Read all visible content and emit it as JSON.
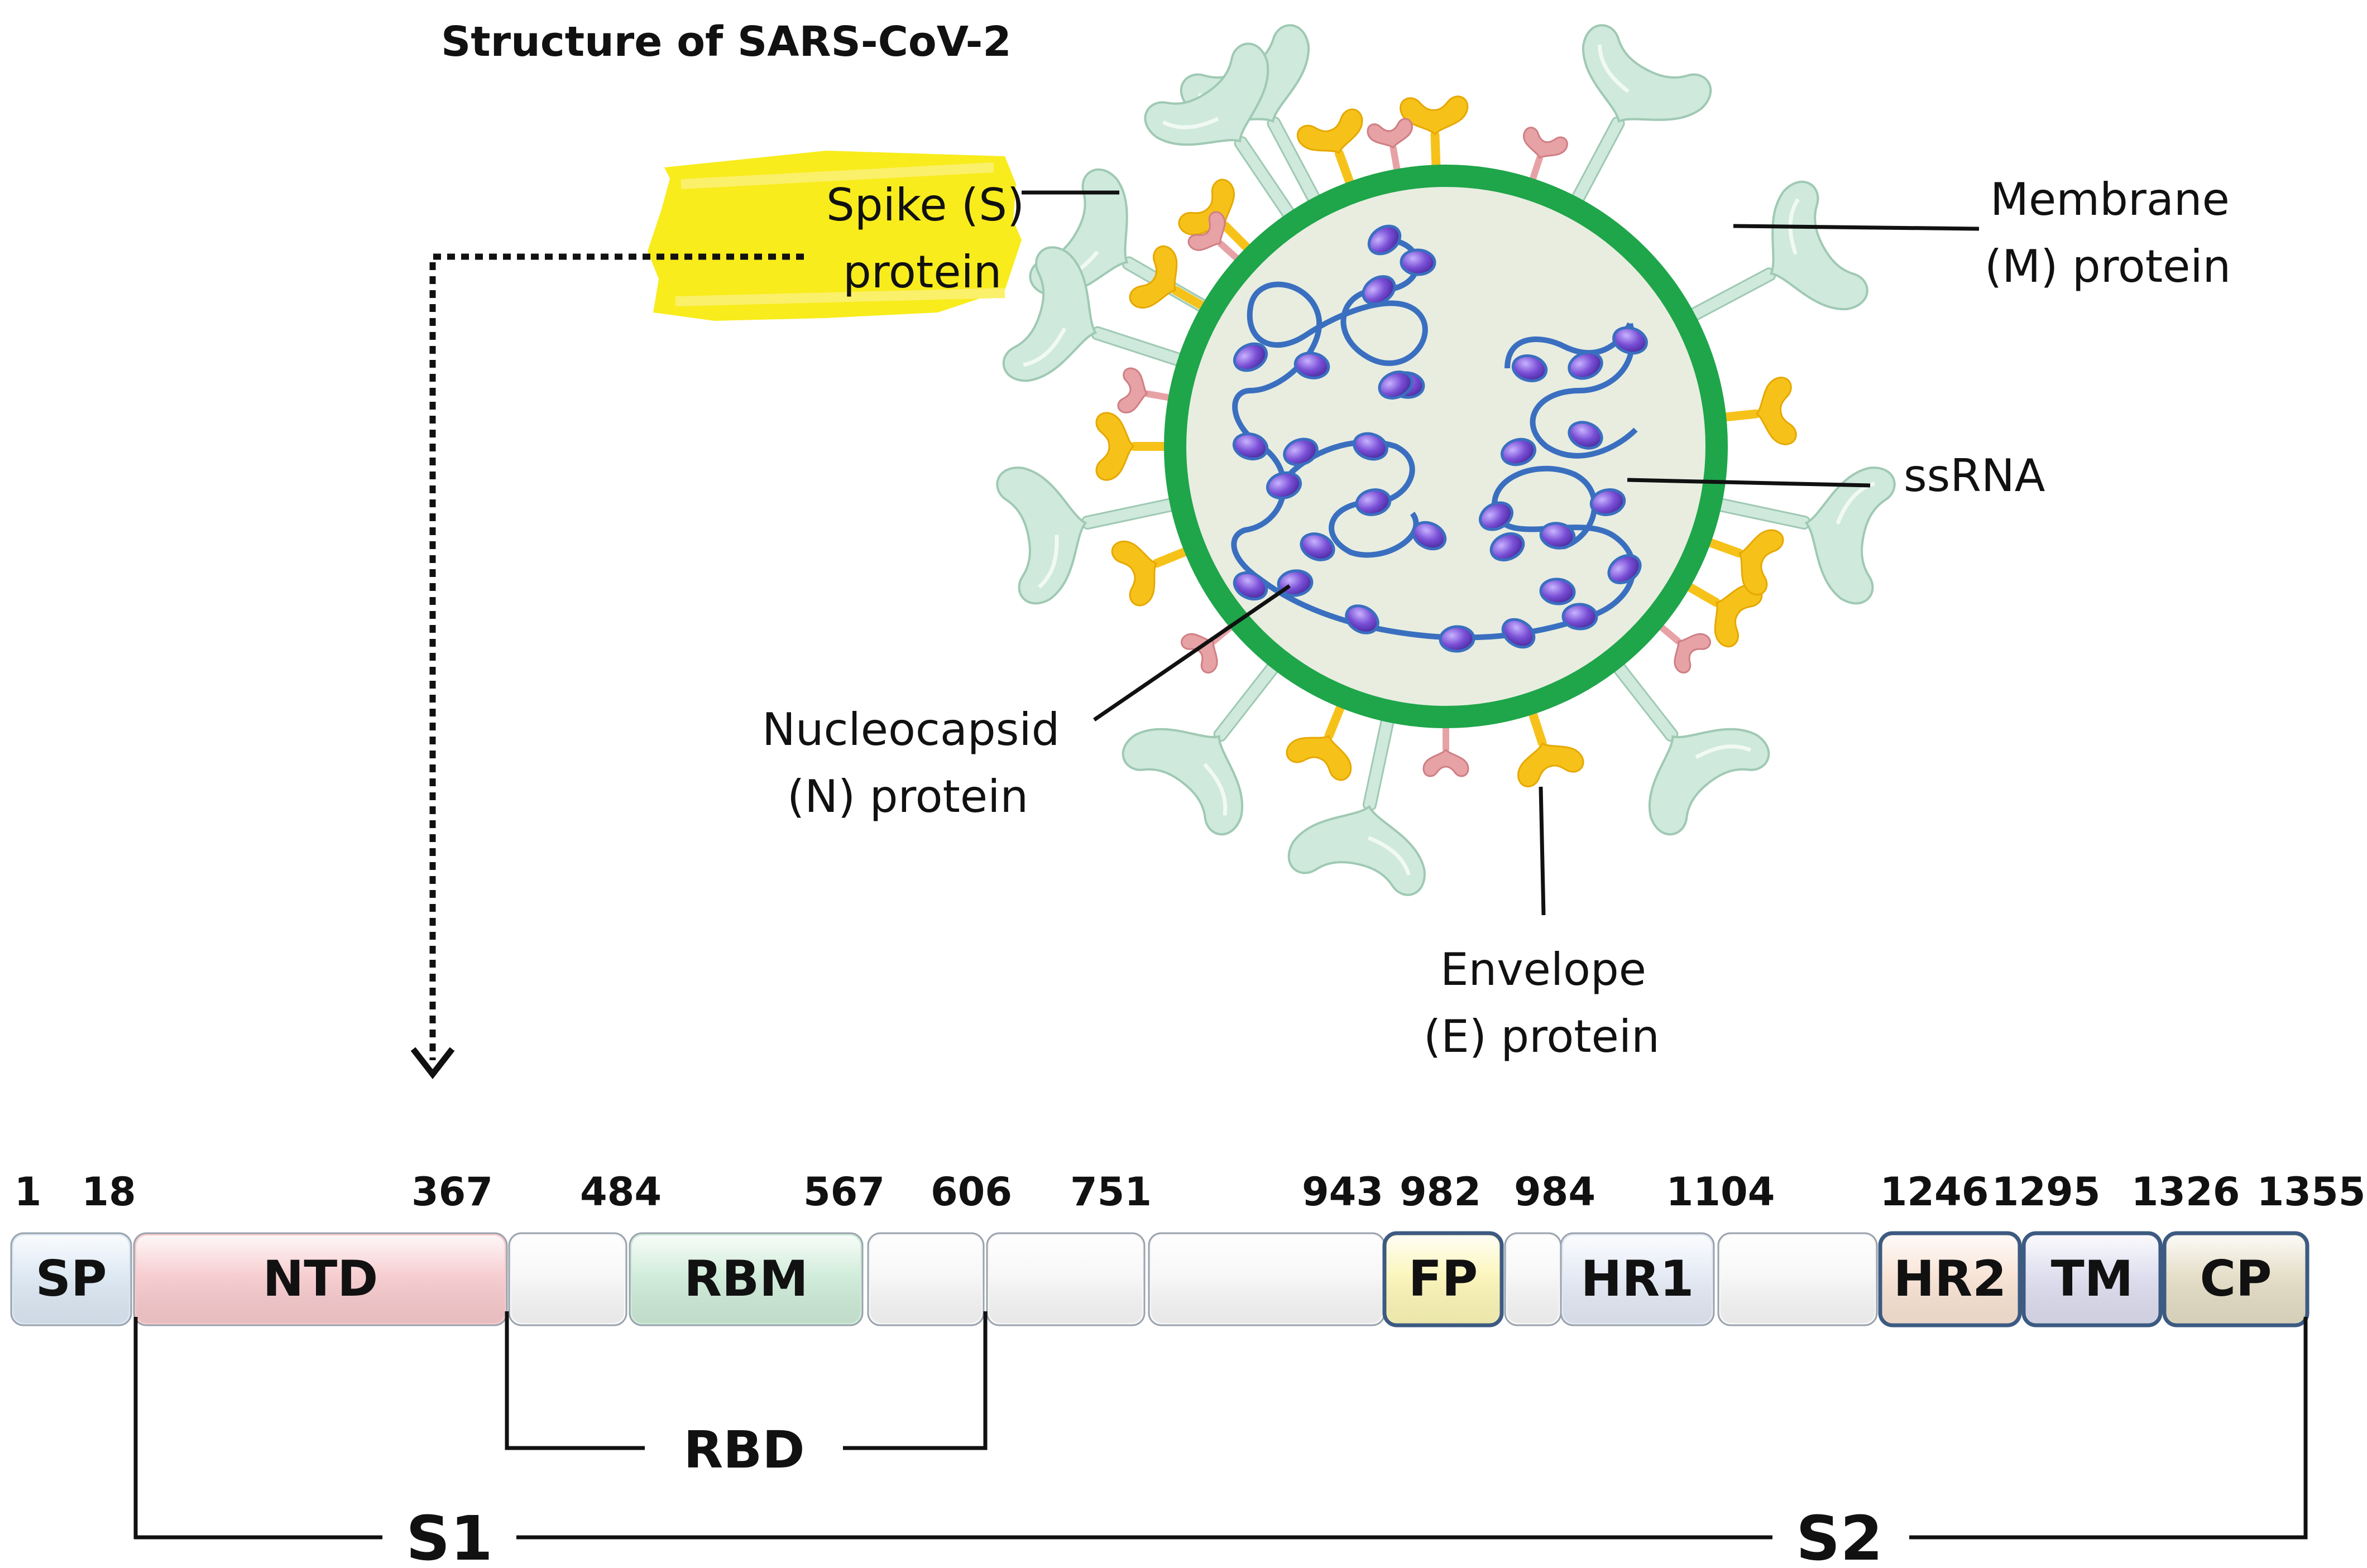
{
  "title": "Structure of SARS-CoV-2",
  "virion_labels": {
    "spike": [
      "Spike (S)",
      "protein"
    ],
    "membrane": [
      "Membrane",
      "(M) protein"
    ],
    "ssrna": "ssRNA",
    "nucleocapsid": [
      "Nucleocapsid",
      "(N) protein"
    ],
    "envelope": [
      "Envelope",
      "(E) protein"
    ]
  },
  "domains": [
    {
      "label": "SP",
      "color": "#dbe7f3",
      "start": 1
    },
    {
      "label": "NTD",
      "color": "#f6c9cc",
      "start": 18
    },
    {
      "label": "",
      "color": "#f7f7f7",
      "start": 367
    },
    {
      "label": "RBM",
      "color": "#cdebd7",
      "start": 484
    },
    {
      "label": "",
      "color": "#f7f7f7",
      "start": 567
    },
    {
      "label": "",
      "color": "#f7f7f7",
      "start": 606
    },
    {
      "label": "",
      "color": "#f7f7f7",
      "start": 751
    },
    {
      "label": "FP",
      "color": "#fbf5b6",
      "start": 943
    },
    {
      "label": "",
      "color": "#f7f7f7",
      "start": 982
    },
    {
      "label": "HR1",
      "color": "#e3e9f4",
      "start": 984
    },
    {
      "label": "",
      "color": "#f7f7f7",
      "start": 1104
    },
    {
      "label": "HR2",
      "color": "#f8e2d2",
      "start": 1246
    },
    {
      "label": "TM",
      "color": "#dcdcee",
      "start": 1295
    },
    {
      "label": "CP",
      "color": "#e3dcc4",
      "start": 1326
    }
  ],
  "positions": [
    "1",
    "18",
    "367",
    "484",
    "567",
    "606",
    "751",
    "943",
    "982",
    "984",
    "1104",
    "1246",
    "1295",
    "1326",
    "1355"
  ],
  "regions": {
    "rbd": "RBD",
    "s1": "S1",
    "s2": "S2"
  },
  "colors": {
    "membrane_ring": "#1fa54a",
    "virion_fill": "#e8ede0",
    "spike_protein": "#cfe9dc",
    "m_protein": "#f6c21a",
    "e_protein": "#e7a2a6",
    "rna_strand": "#3a6fc0",
    "nucleocapsid": "#7a4fd6",
    "highlight": "#f8ec1c"
  }
}
